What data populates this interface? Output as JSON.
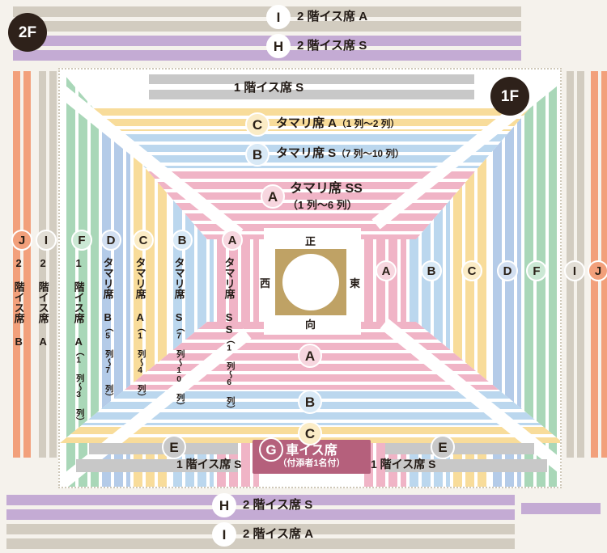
{
  "meta": {
    "title": "相撲 座席表",
    "floor_2f": "2F",
    "floor_1f": "1F"
  },
  "colors": {
    "background": "#F5F2EC",
    "plate": "#FFFFFF",
    "pink": "#F0B4C6",
    "pink_light": "#F7D6DF",
    "blue": "#BBD7EE",
    "blue_light": "#D8E9F6",
    "yellow": "#F8DC9A",
    "yellow_light": "#FBECC6",
    "green": "#A9D7B8",
    "green_light": "#CBE8D4",
    "blue_mid": "#B4CBE8",
    "blue_mid_light": "#D2DFF1",
    "tan": "#D2CCC0",
    "tan_light": "#E2DED5",
    "orange": "#F2A07B",
    "orange_light": "#F7C4AC",
    "purple": "#C4ABD4",
    "grey": "#C8C8C8",
    "dohyo": "#BFA265",
    "wheelchair": "#B5607C",
    "floor_badge": "#2E211A",
    "border_dotted": "#CFC8B8"
  },
  "top_rows": [
    {
      "code": "I",
      "label": "2 階イス席 A",
      "color": "#D2CCC0"
    },
    {
      "code": "H",
      "label": "2 階イス席 S",
      "color": "#C4ABD4"
    }
  ],
  "bottom_rows": [
    {
      "code": "H",
      "label": "2 階イス席 S",
      "color": "#C4ABD4"
    },
    {
      "code": "I",
      "label": "2 階イス席 A",
      "color": "#D2CCC0"
    }
  ],
  "top_center_labels": [
    {
      "code": "",
      "label": "1 階イス席 S",
      "rows": "",
      "color": "#C8C8C8"
    },
    {
      "code": "C",
      "label": "タマリ席 A",
      "rows": "（1 列〜2 列）",
      "color": "#F8DC9A"
    },
    {
      "code": "B",
      "label": "タマリ席 S",
      "rows": "（7 列〜10 列）",
      "color": "#BBD7EE"
    },
    {
      "code": "A",
      "label": "タマリ席 SS",
      "rows": "（1 列〜6 列）",
      "color": "#F0B4C6"
    }
  ],
  "left_columns": [
    {
      "code": "J",
      "label": "2 階イス席 B",
      "rows": "",
      "color": "#F2A07B"
    },
    {
      "code": "I",
      "label": "2 階イス席 A",
      "rows": "",
      "color": "#D2CCC0"
    },
    {
      "code": "F",
      "label": "1 階イス席 A",
      "rows": "（1 列〜3 列）",
      "color": "#A9D7B8"
    },
    {
      "code": "D",
      "label": "タマリ席 B",
      "rows": "（5 列〜7 列）",
      "color": "#B4CBE8"
    },
    {
      "code": "C",
      "label": "タマリ席 A",
      "rows": "（1 列〜4 列）",
      "color": "#F8DC9A"
    },
    {
      "code": "B",
      "label": "タマリ席 S",
      "rows": "（7 列〜10 列）",
      "color": "#BBD7EE"
    },
    {
      "code": "A",
      "label": "タマリ席 SS",
      "rows": "（1 列〜6 列）",
      "color": "#F0B4C6"
    }
  ],
  "right_columns": [
    {
      "code": "A",
      "color": "#F0B4C6"
    },
    {
      "code": "B",
      "color": "#BBD7EE"
    },
    {
      "code": "C",
      "color": "#F8DC9A"
    },
    {
      "code": "D",
      "color": "#B4CBE8"
    },
    {
      "code": "F",
      "color": "#A9D7B8"
    },
    {
      "code": "I",
      "color": "#D2CCC0"
    },
    {
      "code": "J",
      "color": "#F2A07B"
    }
  ],
  "bottom_center_badges": [
    {
      "code": "A",
      "color": "#F0B4C6"
    },
    {
      "code": "B",
      "color": "#BBD7EE"
    },
    {
      "code": "C",
      "color": "#F8DC9A"
    }
  ],
  "bottom_seating": {
    "left_e_code": "E",
    "right_e_code": "E",
    "left_label": "1 階イス席 S",
    "right_label": "1 階イス席 S",
    "wheelchair_code": "G",
    "wheelchair_title": "車イス席",
    "wheelchair_sub": "（付添者1名付）"
  },
  "directions": {
    "north": "正",
    "east": "東",
    "west": "西",
    "south": "向"
  }
}
